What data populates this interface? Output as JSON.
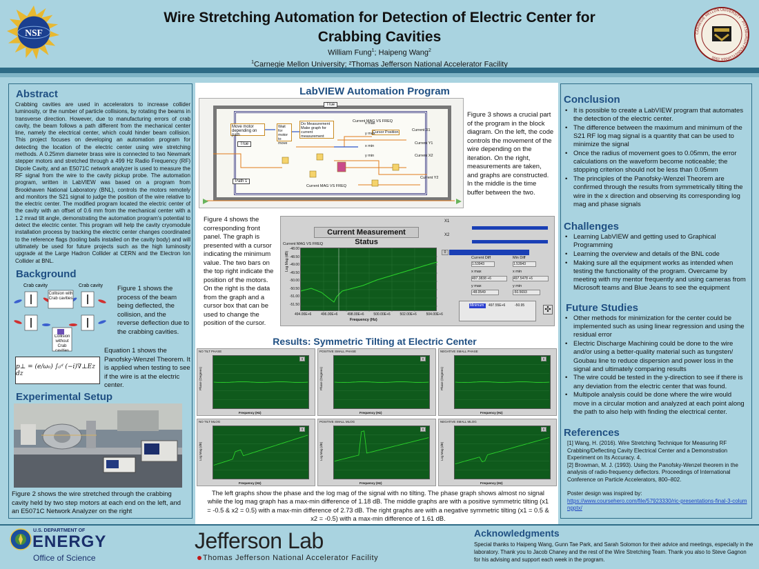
{
  "header": {
    "title_line1": "Wire Stretching Automation for Detection of Electric Center for",
    "title_line2": "Crabbing Cavities",
    "authors_a": "William Fung",
    "authors_b": "; Haipeng Wang",
    "affiliations": "Carnegie Mellon University; ²Thomas Jefferson National Accelerator Facility",
    "nsf_logo_text": "NSF",
    "cmu_seal_text": "CARNEGIE MELLON UNIVERSITY · PITTSBURGH PENNSYLVANIA 1900"
  },
  "abstract": {
    "heading": "Abstract",
    "body": "Crabbing cavities are used in accelerators to increase collider luminosity, or the number of particle collisions, by rotating the beams in transverse direction. However, due to manufacturing errors of crab cavity, the beam follows a path different from the mechanical center line, namely the electrical center, which could hinder beam collision. This project focuses on developing an automation program for detecting the location of the electric center using wire stretching methods. A 0.25mm diameter brass wire is connected to two Newmark stepper motors and stretched through a 499 Hz Radio Frequency (RF) Dipole Cavity, and an E5071C network analyzer is used to measure the RF signal from the wire to the cavity pickup probe. The automation program, written in LabVIEW was based on a program from Brookhaven National Laboratory (BNL), controls the motors remotely and monitors the S21 signal to judge the position of the wire relative to the electric center. The modified program located the electric center of the cavity with an offset of 0.6 mm from the mechanical center with a 1.2 mrad tilt angle, demonstrating the automation program's potential to detect the electric center. This program will help the cavity cryomodule installation process by tracking the electric center changes coordinated to the reference flags (tooling balls installed on the cavity body) and will ultimately be used for future projects such as the high luminosity upgrade at the Large Hadron Collider at CERN and the Electron Ion Collider at BNL."
  },
  "background": {
    "heading": "Background",
    "fig_crab_left": "Crab cavity",
    "fig_crab_right": "Crab cavity",
    "fig_collision_with": "Collision with Crab cavities",
    "fig_collision_without": "Collision without Crab cavities",
    "fig1_caption": "Figure 1 shows the process of the beam being deflected, the collision, and the reverse deflection due to the crabbing cavities.",
    "eq1_caption": "Equation 1 shows the Panofsky-Wenzel Theorem. It is applied when testing to see if the wire is at the electric center.",
    "equation": "p⊥ = (e/ω₀) ∫₀ᵈ (−i)∇⊥Ez dz"
  },
  "experimental": {
    "heading": "Experimental Setup",
    "fig2_caption": "Figure 2 shows the wire stretched through the crabbing cavity held by two step motors at each end on the left, and an E5071C Network Analyzer on the right"
  },
  "labview": {
    "heading": "LabVIEW Automation Program",
    "fig3_caption": "Figure 3 shows a crucial part of the program in the block diagram. On the left, the code controls the movement of the wire depending on the iteration. On the right, measurements are taken, and graphs are constructed. In the middle is the time buffer between the two.",
    "block_labels": [
      "Move motor depending on path",
      "Wait for motor to move",
      "Do Measurement Make graph for current measurement",
      "Current MAG VS FREQ",
      "Current X1",
      "Current Y1",
      "Current X2",
      "Current Y2",
      "Cursor Position",
      "Current MAG VS FREQ",
      "x max",
      "y max",
      "x min",
      "y min",
      "True",
      "Path 1",
      "True"
    ],
    "fig4_caption": "Figure 4 shows the corresponding front panel. The graph is presented with a cursor indicating the minimum value. The two bars on the top right indicate the position of the motors. On the right is the data from the graph and a cursor box that can be used to change the position of the cursor.",
    "panel_title": "Current Measurement Status",
    "graph_label": "Current MAG VS FREQ",
    "ylabel": "Log Mag (dB)",
    "xlabel": "Frequency (Hz)",
    "y_ticks": [
      "-48.00",
      "-48.50",
      "-49.00",
      "-49.50",
      "-50.00",
      "-50.50",
      "-51.00",
      "-51.50"
    ],
    "x_ticks": [
      "494.00E+6",
      "496.00E+6",
      "498.00E+6",
      "500.00E+6",
      "502.00E+6",
      "504.00E+6"
    ],
    "x1_label": "X1",
    "x2_label": "X2",
    "current_diff_label": "Current Diff",
    "current_diff": "1.53943",
    "min_diff_label": "Min Diff",
    "min_diff": "1.53943",
    "xmax_label": "x max",
    "xmax": "497.3838 +6",
    "xmin_label": "x min",
    "xmin": "497.5478 +6",
    "ymax_label": "y max",
    "ymax": "-48.0549",
    "ymin_label": "y min",
    "ymin": "-50.5693",
    "cursor_name": "Minimum",
    "cursor_x": "497.55E+6",
    "cursor_y": "-50.95",
    "zero": "0"
  },
  "results": {
    "heading": "Results: Symmetric Tilting at Electric Center",
    "graph_titles": [
      "NO TILT PHASE",
      "POSITIVE SMALL PHASE",
      "NEGATIVE SMALL PHASE",
      "NO TILT MLOG",
      "POSITIVE SMALL MLOG",
      "NEGATIVE SMALL MLOG"
    ],
    "phase_ylabel": "Phase (Degrees)",
    "mlog_ylabel": "Log Mag (dB)",
    "xlabel": "Frequency (Hz)",
    "caption": "The left graphs show the phase and the log mag of the signal with no tilting. The phase graph shows almost no signal while the log mag graph has a max-min difference of 1.18 dB. The middle graphs are with a positive symmetric tilting (x1 = -0.5 & x2 = 0.5) with a max-min difference of 2.73 dB. The right graphs are with a negative symmetric tilting (x1 = 0.5 & x2 = -0.5) with a max-min difference of 1.61 dB."
  },
  "conclusion": {
    "heading": "Conclusion",
    "items": [
      "It is possible to create a LabVIEW program that automates the detection of the electric center.",
      "The difference between the maximum and minimum of the S21 RF log mag signal is a quantity that can be used to minimize the signal",
      "Once the radius of movement goes to 0.05mm, the error calculations on the waveform become noticeable; the stopping criterion should not be less than 0.05mm",
      "The principles of the Panofsky-Wenzel Theorem are confirmed through the results from symmetrically tilting the wire in the x direction and observing its corresponding log mag and phase signals"
    ]
  },
  "challenges": {
    "heading": "Challenges",
    "items": [
      "Learning LabVIEW and getting used to Graphical Programming",
      "Learning the overview and details of the BNL code",
      "Making sure all the equipment works as intended when testing the functionality of the program. Overcame by meeting with my mentor frequently and using cameras from Microsoft teams and Blue Jeans to see the equipment"
    ]
  },
  "future": {
    "heading": "Future Studies",
    "items": [
      "Other methods for minimization for the center could be implemented such as using linear regression and using the residual error",
      "Electric Discharge Machining could be done to the wire and/or using a better-quality material such as tungsten/ Goubau line to reduce dispersion and power loss in the signal and ultimately comparing results",
      "The wire could be tested in the y-direction to see if there is any deviation from the electric center that was found.",
      "Multipole analysis could be done where the wire would move in a circular motion and analyzed at each point along the path to also help with finding the electrical center."
    ]
  },
  "references": {
    "heading": "References",
    "ref1": "[1] Wang, H. (2016). Wire Stretching Technique for Measuring RF Crabbing/Deflecting Cavity Electrical Center and a Demonstration Experiment on Its Accuracy. 4.",
    "ref2": "[2] Browman, M. J. (1993). Using the Panofsky-Wenzel theorem in the analysis of radio-frequency deflectors. Proceedings of International Conference on Particle Accelerators, 800–802.",
    "inspired": "Poster design was inspired by:",
    "link": "https://www.coursehero.com/file/57923330/ric-presentations-final-3-columnpptx/"
  },
  "footer": {
    "doe_top": "U.S. DEPARTMENT OF",
    "doe_energy": "ENERGY",
    "doe_office": "Office of Science",
    "jlab_name": "Jefferson Lab",
    "jlab_full": "Thomas Jefferson National Accelerator Facility",
    "ack_heading": "Acknowledgments",
    "ack_body": "Special thanks to Haipeng Wang, Gunn Tae Park, and Sarah Solomon for their advice and meetings, especially in the laboratory. Thank you to Jacob Chaney and the rest of the Wire Stretching Team. Thank you also to Steve Gagnon for his advising and support each week in the program."
  },
  "colors": {
    "heading_blue": "#1f4f82",
    "band": "#2d6b86",
    "background": "#a9d3e0",
    "plot_green": "#0f5a1c",
    "trace": "#2bd62b"
  }
}
